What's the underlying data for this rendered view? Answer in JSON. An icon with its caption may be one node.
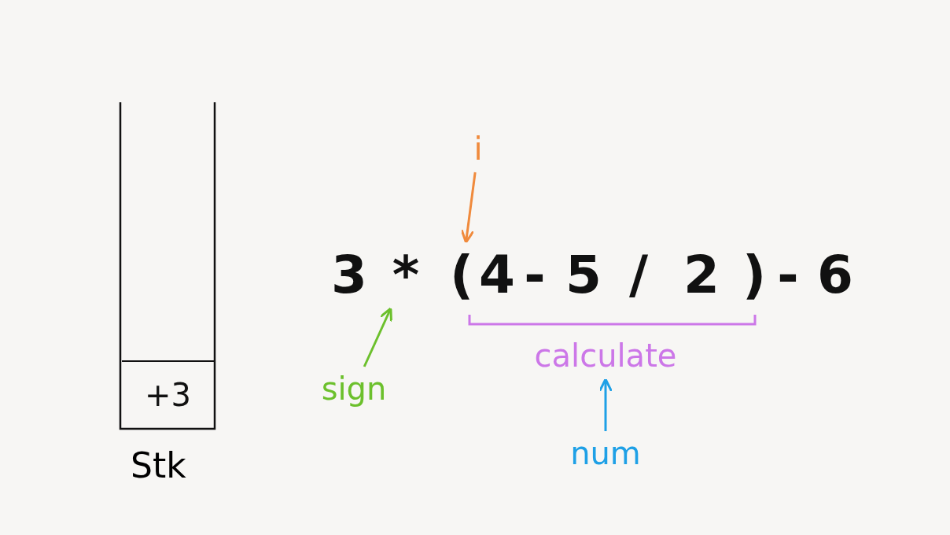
{
  "diagram": {
    "nodes": [
      {
        "text": [
          "Stk"
        ]
      },
      {
        "text": [
          "+3"
        ],
        "in": 0
      },
      {
        "text": [
          "i"
        ]
      },
      {
        "text": [
          "3"
        ]
      },
      {
        "text": [
          "*"
        ]
      },
      {
        "text": [
          "("
        ]
      },
      {
        "text": [
          "4"
        ]
      },
      {
        "text": [
          "-"
        ]
      },
      {
        "text": [
          "5"
        ]
      },
      {
        "text": [
          "/"
        ]
      },
      {
        "text": [
          "2"
        ]
      },
      {
        "text": [
          ")"
        ]
      },
      {
        "text": [
          "-"
        ]
      },
      {
        "text": [
          "6"
        ]
      },
      {
        "text": [
          "calculate"
        ]
      },
      {
        "text": [
          "sign"
        ]
      },
      {
        "text": [
          "num"
        ]
      }
    ],
    "edges": [
      {
        "from": 2,
        "to": 5,
        "arrow": "to",
        "color": "#f08a3c"
      },
      {
        "from": 15,
        "to": 4,
        "arrow": "to",
        "color": "#6cc02c"
      },
      {
        "from": 16,
        "to": 14,
        "arrow": "to",
        "color": "#1ea0e6"
      }
    ]
  }
}
